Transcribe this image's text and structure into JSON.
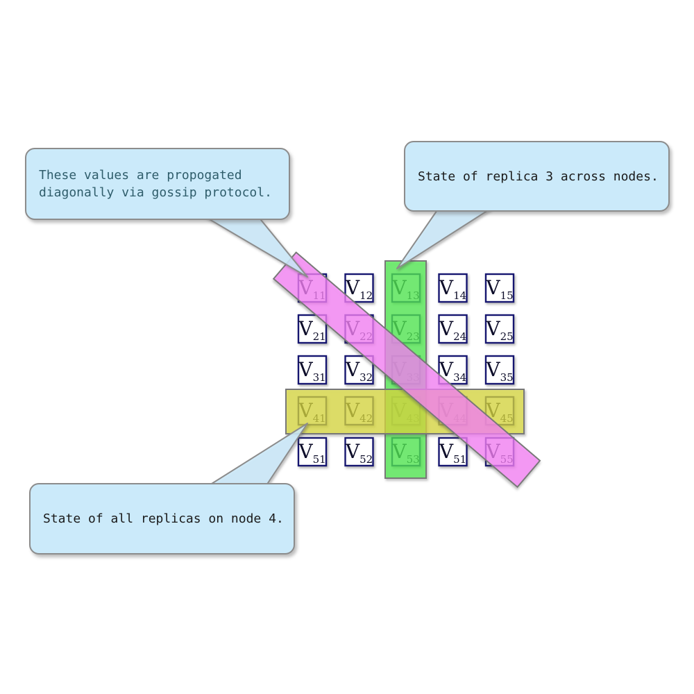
{
  "diagram": {
    "grid": {
      "label_prefix": "V",
      "rows": [
        [
          "11",
          "12",
          "13",
          "14",
          "15"
        ],
        [
          "21",
          "22",
          "23",
          "24",
          "25"
        ],
        [
          "31",
          "32",
          "33",
          "34",
          "35"
        ],
        [
          "41",
          "42",
          "43",
          "44",
          "45"
        ],
        [
          "51",
          "52",
          "53",
          "51",
          "55"
        ]
      ]
    },
    "highlights": {
      "column_band": {
        "meaning": "state of replica 3 across nodes",
        "fill": "#50EB50",
        "fill_opacity": 0.72,
        "border": "#787878"
      },
      "row_band": {
        "meaning": "state of all replicas on node 4",
        "fill": "#DCDC3C",
        "fill_opacity": 0.7,
        "border": "#787878"
      },
      "diagonal_band": {
        "meaning": "values propogated diagonally via gossip protocol",
        "fill": "#FA82FA",
        "fill_opacity": 0.72,
        "border": "#787878"
      }
    }
  },
  "callouts": {
    "diagonal": {
      "lines": [
        "These values are propogated",
        "diagonally via gossip protocol."
      ],
      "text_color": "#2F5D6B"
    },
    "replica": {
      "text": "State of replica 3 across nodes.",
      "text_color": "#1A1A1A"
    },
    "node": {
      "text": "State of all replicas on node 4.",
      "text_color": "#1A1A1A"
    }
  },
  "colors": {
    "callout_bg": "#CBEAFA",
    "callout_border": "#8C8C8C",
    "cell_border": "#191970",
    "cell_text": "#10102A",
    "band_border": "#787878",
    "background": "#FFFFFF"
  }
}
